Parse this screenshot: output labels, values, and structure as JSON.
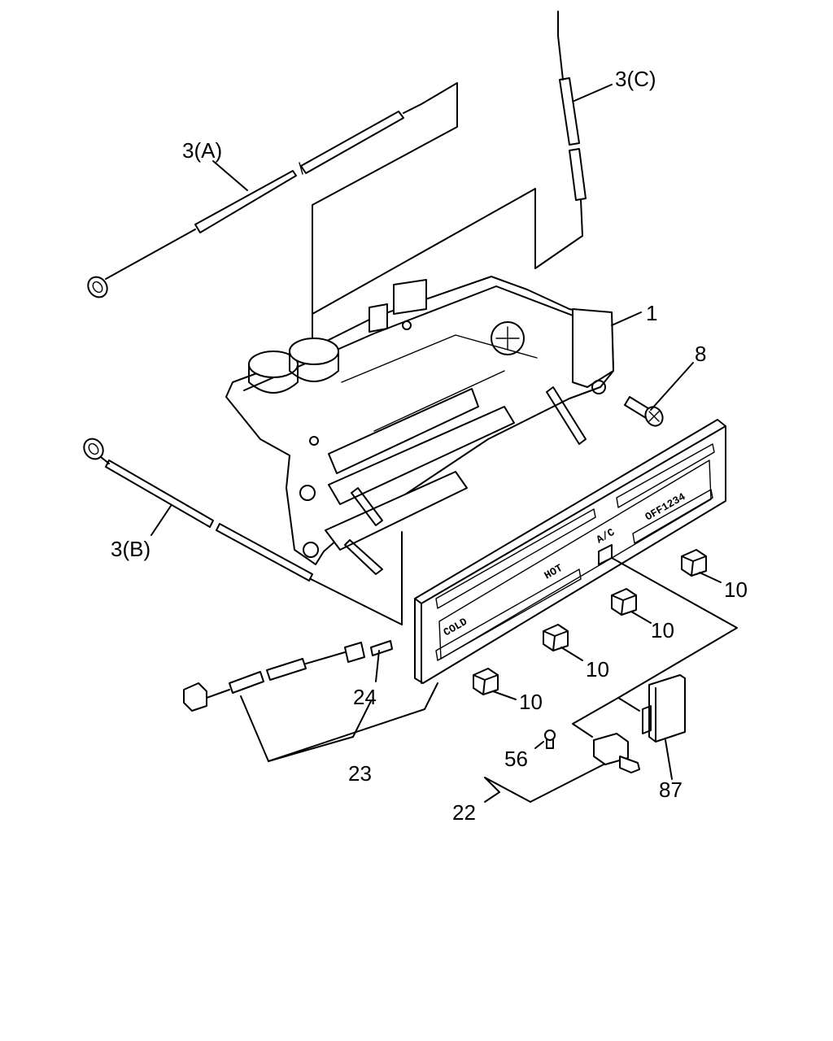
{
  "diagram": {
    "callouts": {
      "c1": "1",
      "c3a": "3(A)",
      "c3b": "3(B)",
      "c3c": "3(C)",
      "c8": "8",
      "c10a": "10",
      "c10b": "10",
      "c10c": "10",
      "c10d": "10",
      "c22": "22",
      "c23": "23",
      "c24": "24",
      "c56": "56",
      "c87": "87"
    },
    "panel_text": {
      "cold": "COLD",
      "hot": "HOT",
      "ac": "A/C",
      "fan": "OFF1234"
    }
  }
}
